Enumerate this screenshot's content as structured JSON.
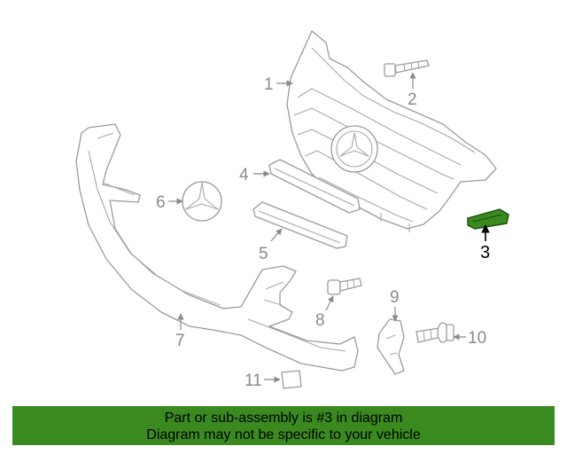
{
  "callouts": {
    "c1": "1",
    "c2": "2",
    "c3": "3",
    "c4": "4",
    "c5": "5",
    "c6": "6",
    "c7": "7",
    "c8": "8",
    "c9": "9",
    "c10": "10",
    "c11": "11"
  },
  "highlighted_part": "3",
  "colors": {
    "highlight_part": "#3a8a1f",
    "footer_background": "#3a8a1f",
    "line_art": "#9b9b9b"
  },
  "footer": {
    "line1": "Part or sub-assembly is #3 in diagram",
    "line2": "Diagram may not be specific to your vehicle"
  }
}
